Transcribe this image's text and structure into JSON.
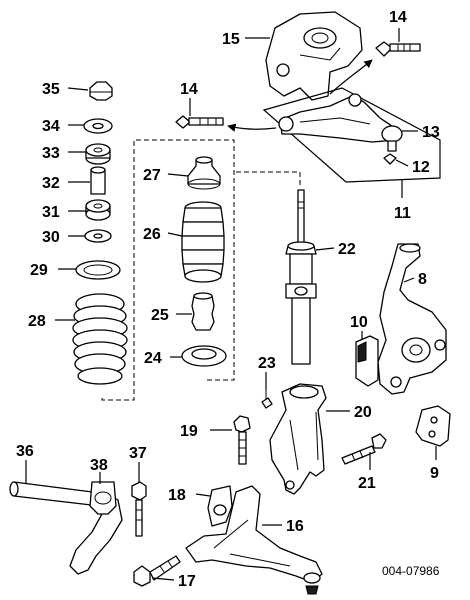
{
  "callouts": {
    "c1": "15",
    "c2": "14",
    "c3": "14",
    "c4": "13",
    "c5": "12",
    "c6": "11",
    "c7": "35",
    "c8": "34",
    "c9": "33",
    "c10": "32",
    "c11": "31",
    "c12": "30",
    "c13": "29",
    "c14": "28",
    "c15": "27",
    "c16": "26",
    "c17": "25",
    "c18": "24",
    "c19": "22",
    "c20": "8",
    "c21": "10",
    "c22": "23",
    "c23": "20",
    "c24": "19",
    "c25": "21",
    "c26": "9",
    "c27": "36",
    "c28": "38",
    "c29": "37",
    "c30": "18",
    "c31": "16",
    "c32": "17"
  },
  "reference_code": "004-07986"
}
